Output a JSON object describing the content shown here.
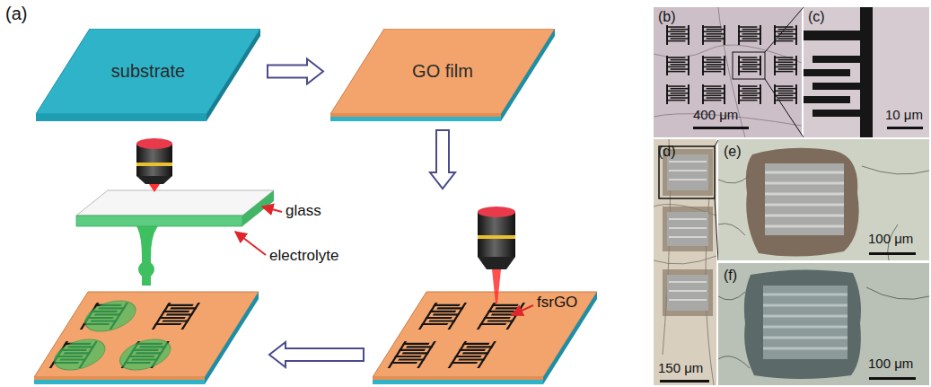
{
  "diagram": {
    "nodes": [
      {
        "text": [
          "substrate"
        ]
      },
      {
        "text": [
          "GO film"
        ]
      }
    ],
    "edges": [
      {
        "from": 0,
        "to": 1,
        "arrow": "to"
      }
    ],
    "labels": [
      "(a)",
      "glass",
      "electrolyte",
      "fsrGO",
      "(b)",
      "(c)",
      "400 μm",
      "10 μm",
      "(d)",
      "(e)",
      "(f)",
      "150 μm",
      "100 μm",
      "100 μm"
    ]
  }
}
